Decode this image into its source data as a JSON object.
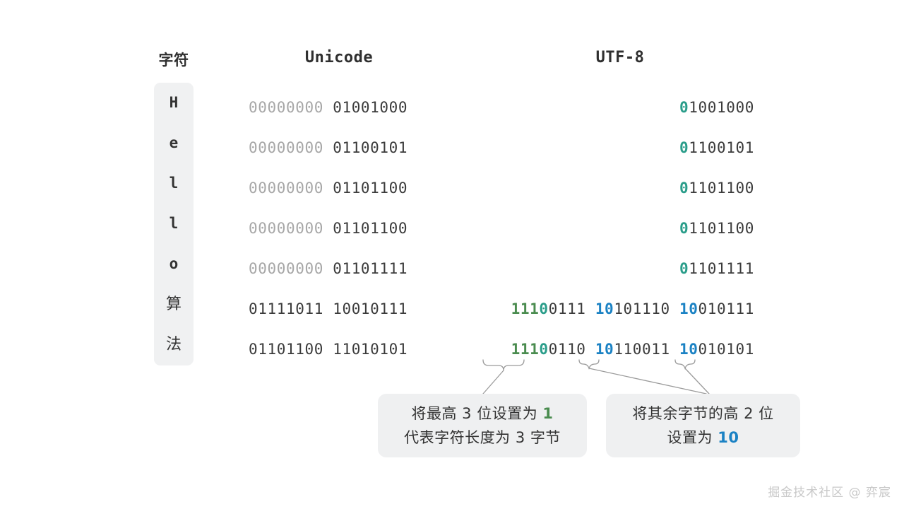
{
  "headers": {
    "char": "字符",
    "unicode": "Unicode",
    "utf8": "UTF-8"
  },
  "colors": {
    "teal": "#2a9d8a",
    "green": "#4a8c4f",
    "blue": "#1b82c4",
    "dim": "#a7a7a7",
    "dark": "#3b3b3b",
    "pill_bg": "#f0f1f2",
    "callout_bg": "#eff0f1",
    "page_bg": "#ffffff"
  },
  "rows": [
    {
      "char": "H",
      "unicode_high": "00000000",
      "unicode_low": "01001000",
      "utf8_bytes": [
        {
          "prefix": "0",
          "prefix_color": "teal",
          "rest": "1001000"
        }
      ]
    },
    {
      "char": "e",
      "unicode_high": "00000000",
      "unicode_low": "01100101",
      "utf8_bytes": [
        {
          "prefix": "0",
          "prefix_color": "teal",
          "rest": "1100101"
        }
      ]
    },
    {
      "char": "l",
      "unicode_high": "00000000",
      "unicode_low": "01101100",
      "utf8_bytes": [
        {
          "prefix": "0",
          "prefix_color": "teal",
          "rest": "1101100"
        }
      ]
    },
    {
      "char": "l",
      "unicode_high": "00000000",
      "unicode_low": "01101100",
      "utf8_bytes": [
        {
          "prefix": "0",
          "prefix_color": "teal",
          "rest": "1101100"
        }
      ]
    },
    {
      "char": "o",
      "unicode_high": "00000000",
      "unicode_low": "01101111",
      "utf8_bytes": [
        {
          "prefix": "0",
          "prefix_color": "teal",
          "rest": "1101111"
        }
      ]
    },
    {
      "char": "算",
      "unicode_high": "01111011",
      "unicode_low": "10010111",
      "unicode_high_dark": true,
      "utf8_bytes": [
        {
          "prefix": "111",
          "prefix_color": "green",
          "prefix2": "0",
          "prefix2_color": "teal",
          "rest": "0111"
        },
        {
          "prefix": "10",
          "prefix_color": "blue",
          "rest": "101110"
        },
        {
          "prefix": "10",
          "prefix_color": "blue",
          "rest": "010111"
        }
      ]
    },
    {
      "char": "法",
      "unicode_high": "01101100",
      "unicode_low": "11010101",
      "unicode_high_dark": true,
      "utf8_bytes": [
        {
          "prefix": "111",
          "prefix_color": "green",
          "prefix2": "0",
          "prefix2_color": "teal",
          "rest": "0110"
        },
        {
          "prefix": "10",
          "prefix_color": "blue",
          "rest": "110011"
        },
        {
          "prefix": "10",
          "prefix_color": "blue",
          "rest": "010101"
        }
      ]
    }
  ],
  "callouts": {
    "left": {
      "line1_pre": "将最高 3 位设置为 ",
      "line1_accent": "1",
      "line1_accent_color": "green",
      "line2": "代表字符长度为 3 字节"
    },
    "right": {
      "line1": "将其余字节的高 2 位",
      "line2_pre": "设置为 ",
      "line2_accent": "10",
      "line2_accent_color": "blue"
    }
  },
  "watermark": "掘金技术社区 @ 弈宸"
}
